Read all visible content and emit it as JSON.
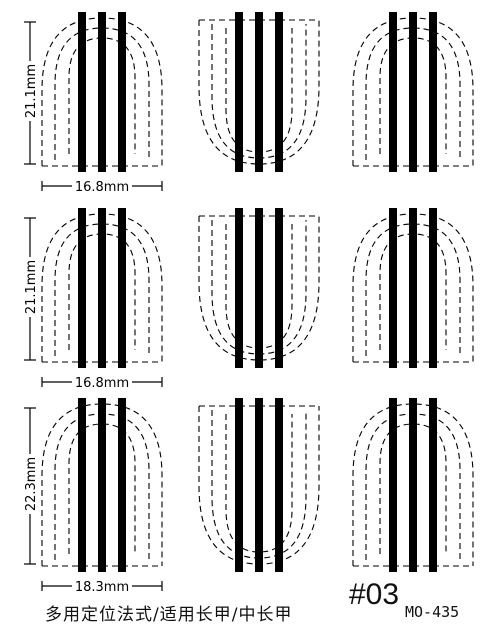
{
  "sheet": {
    "title": "多用定位法式/适用长甲/中长甲",
    "number": "#03",
    "code": "MO-435"
  },
  "rows": [
    {
      "height_label": "21.1mm",
      "width_label": "16.8mm"
    },
    {
      "height_label": "21.1mm",
      "width_label": "16.8mm"
    },
    {
      "height_label": "22.3mm",
      "width_label": "18.3mm"
    }
  ],
  "colors": {
    "ink": "#000000",
    "background": "#ffffff"
  }
}
